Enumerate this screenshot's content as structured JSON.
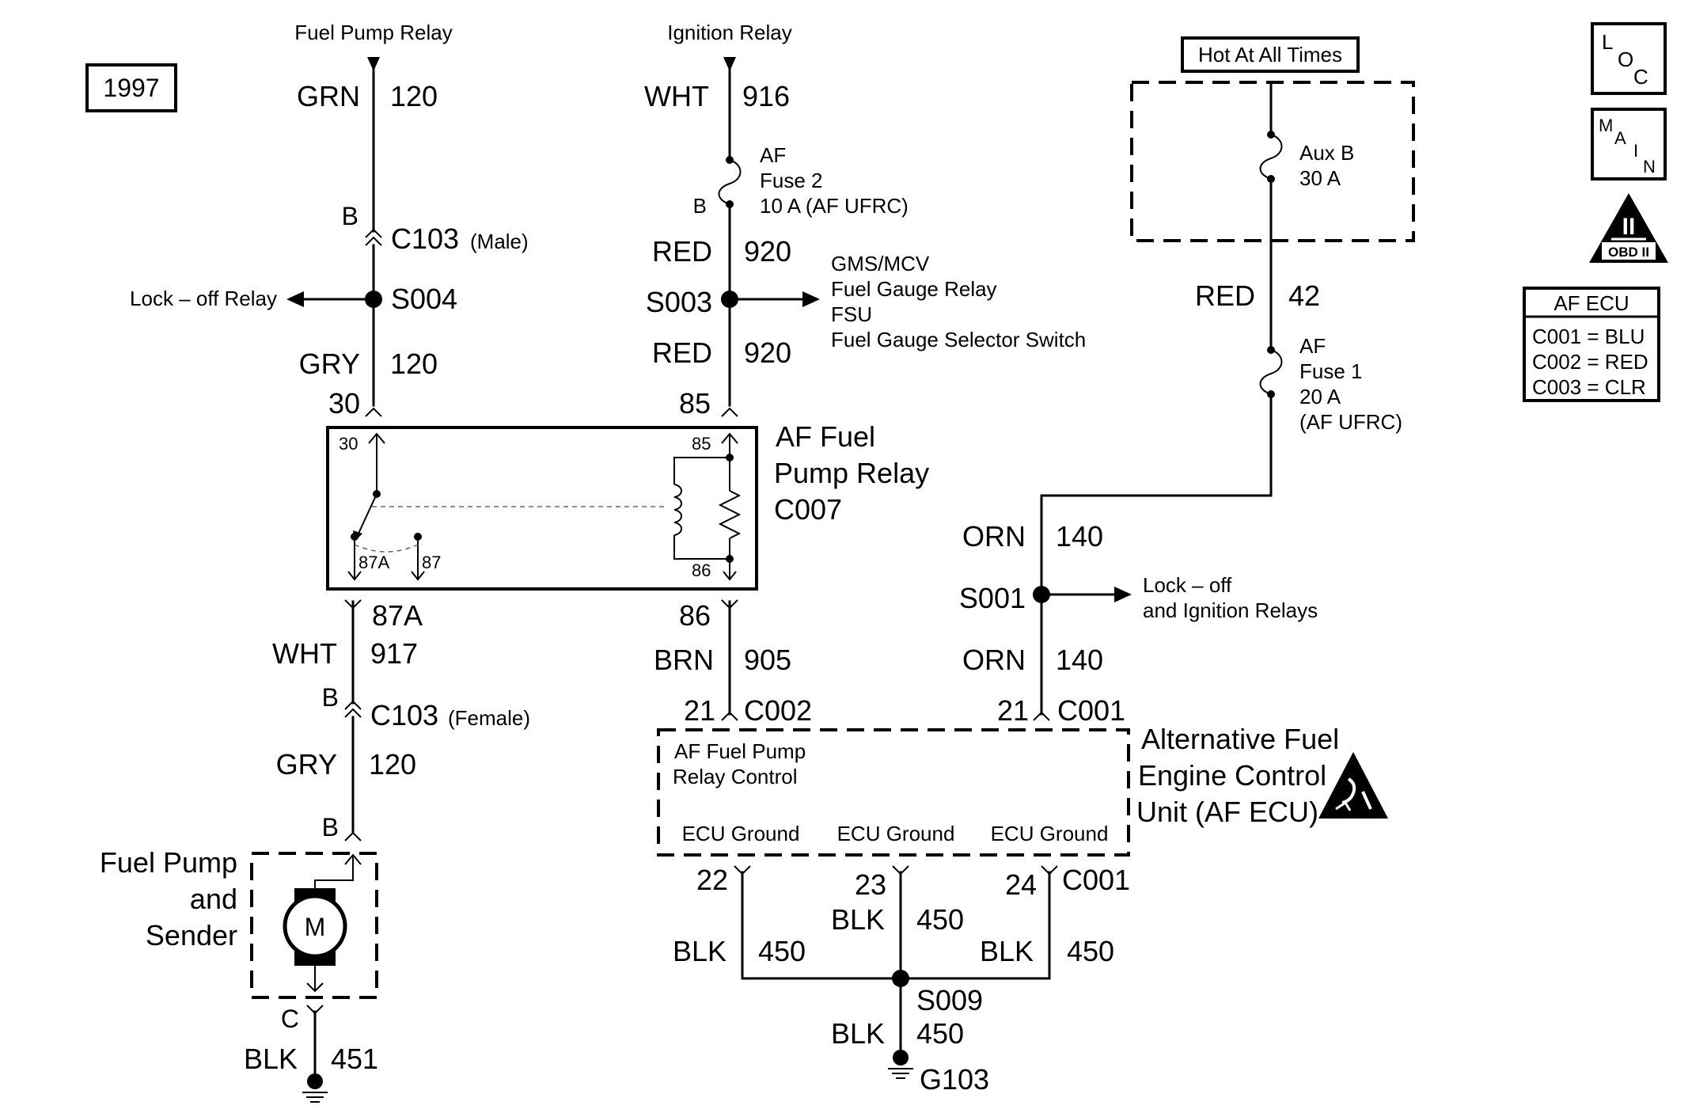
{
  "year_badge": "1997",
  "legend": {
    "loc_letters": [
      "L",
      "O",
      "C"
    ],
    "main_letters": [
      "M",
      "A",
      "I",
      "N"
    ],
    "obd_numeral": "II",
    "obd_label": "OBD II",
    "ecu_title": "AF ECU",
    "ecu_rows": [
      "C001 = BLU",
      "C002 = RED",
      "C003 = CLR"
    ]
  },
  "circuit_a": {
    "source": "Fuel Pump Relay",
    "wire1_color": "GRN",
    "wire1_num": "120",
    "conn_pin": "B",
    "conn_name": "C103",
    "conn_gender": "(Male)",
    "splice": "S004",
    "splice_dest": "Lock – off Relay",
    "wire2_color": "GRY",
    "wire2_num": "120",
    "relay_pin": "30"
  },
  "circuit_b": {
    "source": "Ignition Relay",
    "wire1_color": "WHT",
    "wire1_num": "916",
    "fuse_name": "AF",
    "fuse_line2": "Fuse 2",
    "fuse_rating": "10 A (AF UFRC)",
    "fuse_pin": "B",
    "wire2_color": "RED",
    "wire2_num": "920",
    "splice": "S003",
    "splice_dest": [
      "GMS/MCV",
      "Fuel Gauge Relay",
      "FSU",
      "Fuel Gauge Selector Switch"
    ],
    "wire3_color": "RED",
    "wire3_num": "920",
    "relay_pin": "85"
  },
  "relay": {
    "title_line1": "AF Fuel",
    "title_line2": "Pump Relay",
    "title_line3": "C007",
    "pin30": "30",
    "pin85": "85",
    "pin86": "86",
    "pin87a": "87A",
    "pin87": "87"
  },
  "circuit_c": {
    "relay_pin": "87A",
    "wire1_color": "WHT",
    "wire1_num": "917",
    "conn_pin": "B",
    "conn_name": "C103",
    "conn_gender": "(Female)",
    "wire2_color": "GRY",
    "wire2_num": "120",
    "pump_pin": "B",
    "pump_label": [
      "Fuel Pump",
      "and",
      "Sender"
    ],
    "motor_label": "M",
    "ground_pin": "C",
    "wire3_color": "BLK",
    "wire3_num": "451"
  },
  "circuit_d": {
    "relay_pin": "86",
    "wire_color": "BRN",
    "wire_num": "905",
    "ecu_pin": "21",
    "ecu_conn": "C002"
  },
  "circuit_e": {
    "label": "Hot At All Times",
    "fuse_b_name": "Aux B",
    "fuse_b_rating": "30 A",
    "wire1_color": "RED",
    "wire1_num": "42",
    "fuse1_name": "AF",
    "fuse1_line2": "Fuse 1",
    "fuse1_rating": "20 A",
    "fuse1_box": "(AF UFRC)",
    "wire2_color": "ORN",
    "wire2_num": "140",
    "splice": "S001",
    "splice_dest": [
      "Lock – off",
      "and Ignition Relays"
    ],
    "wire3_color": "ORN",
    "wire3_num": "140",
    "ecu_pin": "21",
    "ecu_conn": "C001"
  },
  "ecu": {
    "name": [
      "Alternative Fuel",
      "Engine Control",
      "Unit (AF ECU)"
    ],
    "inner": [
      "AF Fuel Pump",
      "Relay Control"
    ],
    "grounds": [
      "ECU Ground",
      "ECU Ground",
      "ECU Ground"
    ],
    "pins": [
      "22",
      "23",
      "24"
    ],
    "pin_conn": "C001",
    "wires": [
      {
        "color": "BLK",
        "num": "450"
      },
      {
        "color": "BLK",
        "num": "450"
      },
      {
        "color": "BLK",
        "num": "450"
      }
    ],
    "splice": "S009",
    "trunk_color": "BLK",
    "trunk_num": "450",
    "ground": "G103"
  }
}
